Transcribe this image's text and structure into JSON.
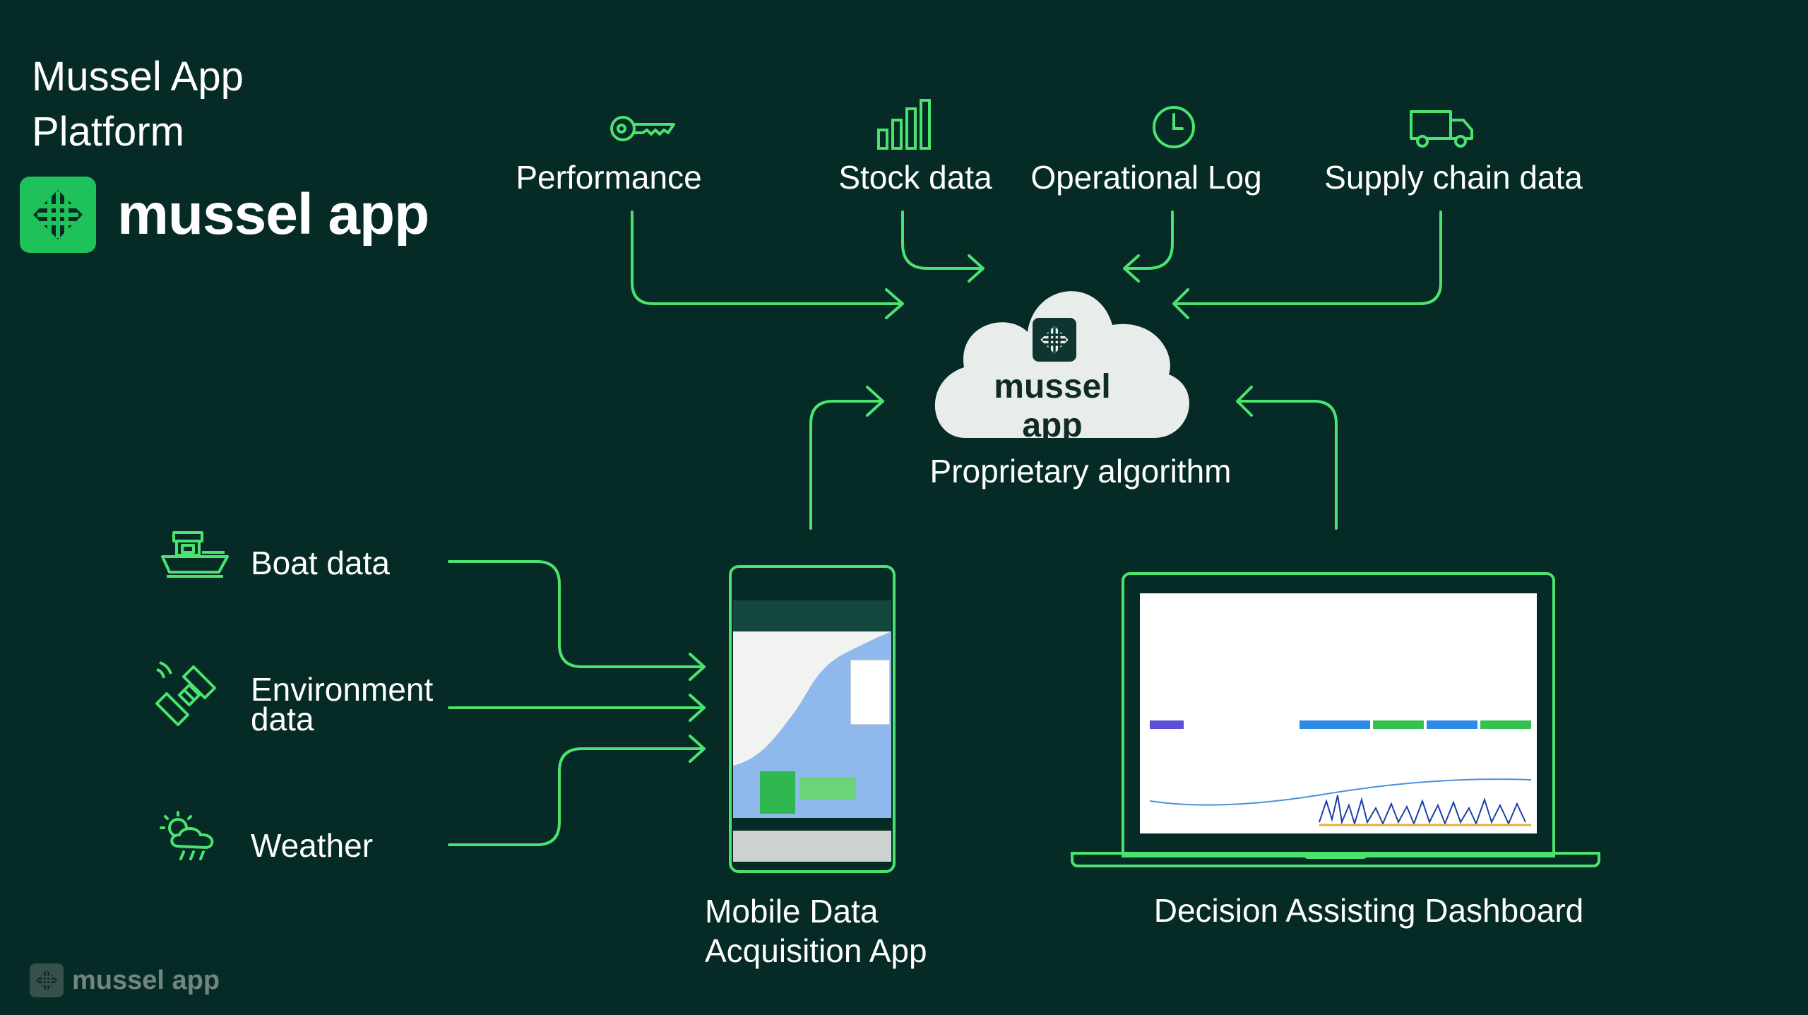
{
  "slide": {
    "title_line1": "Mussel App",
    "title_line2": "Platform",
    "brand_name": "mussel app",
    "footer_brand": "mussel app"
  },
  "inputs_top": [
    {
      "label": "Performance",
      "icon": "key-icon"
    },
    {
      "label": "Stock data",
      "icon": "bar-chart-icon"
    },
    {
      "label": "Operational Log",
      "icon": "clock-icon"
    },
    {
      "label": "Supply chain data",
      "icon": "truck-icon"
    }
  ],
  "inputs_left": [
    {
      "label": "Boat data",
      "icon": "boat-icon"
    },
    {
      "label_line1": "Environment",
      "label_line2": "data",
      "icon": "satellite-icon"
    },
    {
      "label": "Weather",
      "icon": "weather-icon"
    }
  ],
  "core": {
    "cloud_brand": "mussel app",
    "caption": "Proprietary algorithm"
  },
  "outputs": {
    "mobile_line1": "Mobile Data",
    "mobile_line2": "Acquisition App",
    "dashboard": "Decision Assisting Dashboard"
  },
  "colors": {
    "background": "#062a25",
    "accent": "#4be36f",
    "brand_green": "#1fc15b",
    "cloud": "#e8ecea"
  }
}
